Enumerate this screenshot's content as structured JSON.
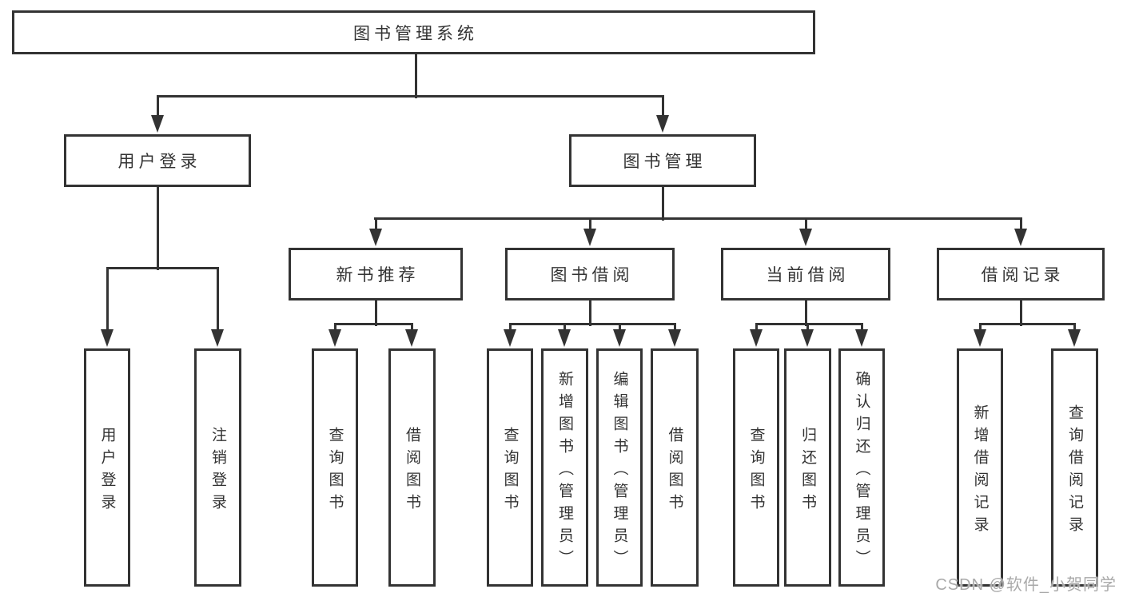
{
  "diagram_title": "图书管理系统",
  "nodes": {
    "root": "图书管理系统",
    "user_login": "用户登录",
    "book_mgmt": "图书管理",
    "new_book_rec": "新书推荐",
    "book_borrow": "图书借阅",
    "current_borrow": "当前借阅",
    "borrow_records": "借阅记录",
    "leaf_user_login": "用户登录",
    "leaf_logout": "注销登录",
    "leaf_query_book_1": "查询图书",
    "leaf_borrow_book_1": "借阅图书",
    "leaf_query_book_2": "查询图书",
    "leaf_add_book_admin": "新增图书（管理员）",
    "leaf_edit_book_admin": "编辑图书（管理员）",
    "leaf_borrow_book_2": "借阅图书",
    "leaf_query_book_3": "查询图书",
    "leaf_return_book": "归还图书",
    "leaf_confirm_return_admin": "确认归还（管理员）",
    "leaf_add_borrow_record": "新增借阅记录",
    "leaf_query_borrow_record": "查询借阅记录"
  },
  "watermark": "CSDN @软件_小贺同学",
  "colors": {
    "line": "#333333",
    "text": "#333333",
    "background": "#ffffff",
    "watermark": "#a9a9a9"
  }
}
